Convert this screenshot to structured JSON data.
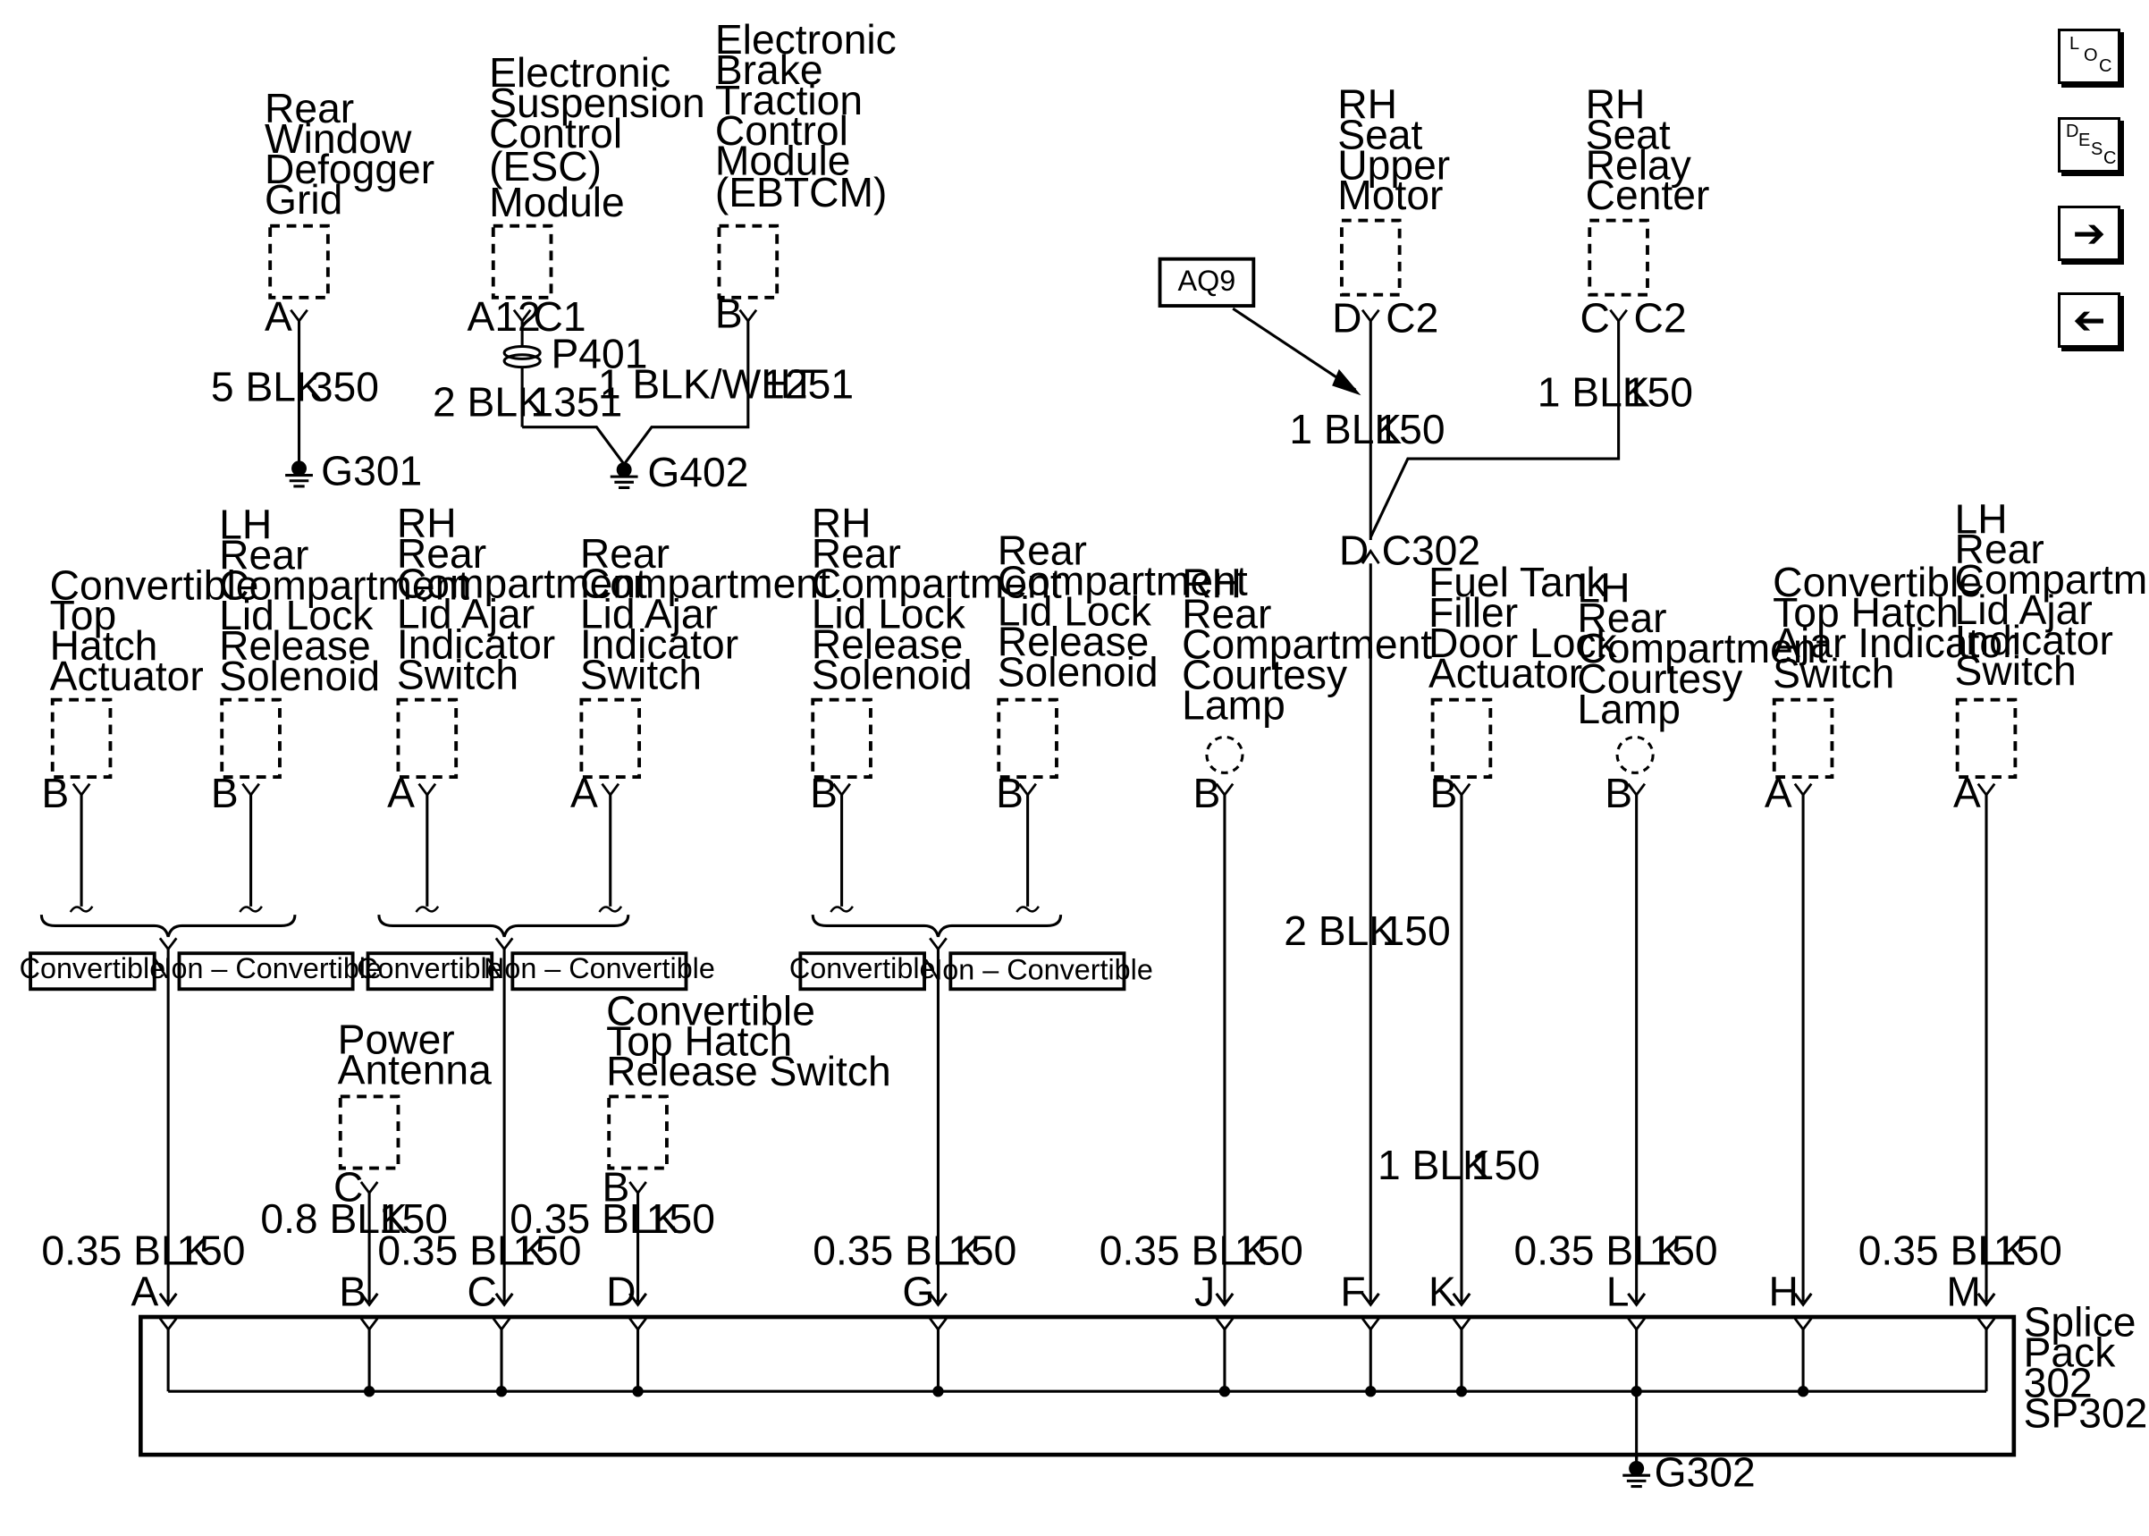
{
  "nav": {
    "loc": {
      "a": "L",
      "b": "O",
      "c": "C"
    },
    "desc": {
      "a": "D",
      "b": "E",
      "c": "S",
      "d": "C"
    },
    "forward_icon": "right-arrow-icon",
    "back_icon": "left-arrow-icon"
  },
  "top": {
    "defogger": {
      "name": [
        "Rear",
        "Window",
        "Defogger",
        "Grid"
      ],
      "pin": "A",
      "gauge": "5 BLK",
      "circuit": "350",
      "ground": "G301"
    },
    "esc": {
      "name": [
        "Electronic",
        "Suspension",
        "Control",
        "(ESC)",
        "Module"
      ],
      "pin_a": "A12",
      "pin_b": "C1",
      "connector": "P401",
      "gauge": "2 BLK",
      "circuit": "1351"
    },
    "ebtcm": {
      "name": [
        "Electronic",
        "Brake",
        "Traction",
        "Control",
        "Module",
        "(EBTCM)"
      ],
      "pin": "B",
      "gauge": "1 BLK/WHT",
      "circuit": "1251"
    },
    "g402": "G402",
    "seat_motor": {
      "name": [
        "RH",
        "Seat",
        "Upper",
        "Motor"
      ],
      "pin_a": "D",
      "pin_b": "C2",
      "option": "AQ9",
      "gauge": "1 BLK",
      "circuit": "150"
    },
    "seat_relay": {
      "name": [
        "RH",
        "Seat",
        "Relay",
        "Center"
      ],
      "pin_a": "C",
      "pin_b": "C2",
      "gauge": "1 BLK",
      "circuit": "150"
    },
    "c302": {
      "pin": "D",
      "connector": "C302",
      "gauge": "2 BLK",
      "circuit": "150"
    }
  },
  "components": {
    "conv_top_hatch_actuator": {
      "name": [
        "Convertible",
        "Top",
        "Hatch",
        "Actuator"
      ],
      "pin": "B"
    },
    "lh_lid_lock_solenoid": {
      "name": [
        "LH",
        "Rear",
        "Compartment",
        "Lid Lock",
        "Release",
        "Solenoid"
      ],
      "pin": "B"
    },
    "rh_lid_ajar_switch": {
      "name": [
        "RH",
        "Rear",
        "Compartment",
        "Lid Ajar",
        "Indicator",
        "Switch"
      ],
      "pin": "A"
    },
    "rear_lid_ajar_switch": {
      "name": [
        "Rear",
        "Compartment",
        "Lid Ajar",
        "Indicator",
        "Switch"
      ],
      "pin": "A"
    },
    "rh_lid_lock_solenoid": {
      "name": [
        "RH",
        "Rear",
        "Compartment",
        "Lid Lock",
        "Release",
        "Solenoid"
      ],
      "pin": "B"
    },
    "rear_lid_lock_solenoid": {
      "name": [
        "Rear",
        "Compartment",
        "Lid Lock",
        "Release",
        "Solenoid"
      ],
      "pin": "B"
    },
    "rh_courtesy_lamp": {
      "name": [
        "RH",
        "Rear",
        "Compartment",
        "Courtesy",
        "Lamp"
      ],
      "pin": "B"
    },
    "fuel_door_actuator": {
      "name": [
        "Fuel Tank",
        "Filler",
        "Door Lock",
        "Actuator"
      ],
      "pin": "B"
    },
    "lh_courtesy_lamp": {
      "name": [
        "LH",
        "Rear",
        "Compartment",
        "Courtesy",
        "Lamp"
      ],
      "pin": "B"
    },
    "conv_hatch_ajar_switch": {
      "name": [
        "Convertible",
        "Top Hatch",
        "Ajar Indicator",
        "Switch"
      ],
      "pin": "A"
    },
    "lh_lid_ajar_switch": {
      "name": [
        "LH",
        "Rear",
        "Compartment",
        "Lid Ajar",
        "Indicator",
        "Switch"
      ],
      "pin": "A"
    },
    "power_antenna": {
      "name": [
        "Power",
        "Antenna"
      ],
      "pin": "C",
      "gauge": "0.8 BLK",
      "circuit": "150"
    },
    "conv_hatch_release_switch": {
      "name": [
        "Convertible",
        "Top Hatch",
        "Release Switch"
      ],
      "pin": "B",
      "gauge": "0.35 BLK",
      "circuit": "150"
    }
  },
  "options": {
    "convertible": "Convertible",
    "non_convertible": "Non – Convertible"
  },
  "splice": {
    "name": [
      "Splice",
      "Pack",
      "302",
      "SP302"
    ],
    "ground": "G302",
    "pins": {
      "A": "A",
      "B": "B",
      "C": "C",
      "D": "D",
      "G": "G",
      "J": "J",
      "F": "F",
      "K": "K",
      "L": "L",
      "H": "H",
      "M": "M"
    },
    "wires": {
      "a": {
        "gauge": "0.35 BLK",
        "circuit": "150"
      },
      "c": {
        "gauge": "0.35 BLK",
        "circuit": "150"
      },
      "g": {
        "gauge": "0.35 BLK",
        "circuit": "150"
      },
      "j": {
        "gauge": "0.35 BLK",
        "circuit": "150"
      },
      "f": {
        "gauge": "2 BLK",
        "circuit": "150"
      },
      "k": {
        "gauge": "1 BLK",
        "circuit": "150"
      },
      "l": {
        "gauge": "0.35 BLK",
        "circuit": "150"
      },
      "m": {
        "gauge": "0.35 BLK",
        "circuit": "150"
      }
    }
  }
}
